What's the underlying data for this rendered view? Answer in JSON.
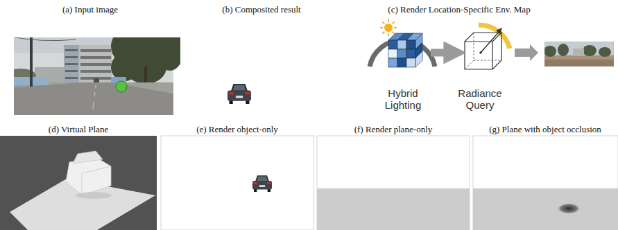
{
  "diagram": {
    "nodes": [
      {
        "text": [
          "Hybrid Lighting"
        ]
      },
      {
        "text": [
          "Radiance Query"
        ]
      }
    ],
    "edges": [
      {
        "from": 0,
        "to": 1,
        "arrow": "to"
      }
    ],
    "labels": [
      "(a) Input image",
      "(b) Composited result",
      "(c) Render Location-Specific Env. Map",
      "(d) Virtual Plane",
      "(e) Render object-only",
      "(f) Render plane-only",
      "(g) Plane with object occlusion"
    ]
  }
}
